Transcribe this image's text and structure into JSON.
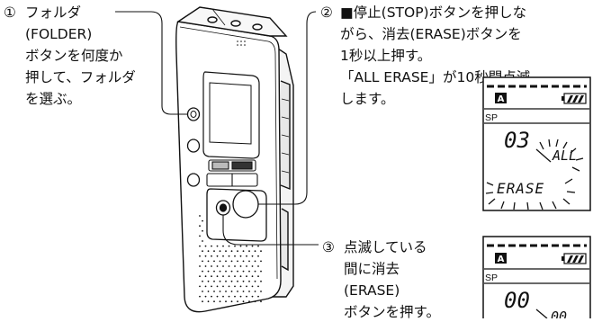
{
  "step1": {
    "number": "①",
    "lines": [
      "フォルダ",
      "(FOLDER)",
      "ボタンを何度か",
      "押して、フォルダ",
      "を選ぶ。"
    ]
  },
  "step2": {
    "number": "②",
    "lines": [
      "■停止(STOP)ボタンを押しな",
      "がら、消去(ERASE)ボタンを",
      "1秒以上押す。",
      "「ALL ERASE」が10秒間点滅",
      "します。"
    ]
  },
  "step3": {
    "number": "③",
    "lines": [
      "点滅している",
      "間に消去",
      "(ERASE)",
      "ボタンを押す。"
    ]
  },
  "display1": {
    "folder_letter": "A",
    "mode": "SP",
    "number": "03",
    "word_top": "ALL",
    "word_bottom": "ERASE"
  },
  "display2": {
    "folder_letter": "A",
    "mode": "SP",
    "number": "00",
    "sub_number": "00"
  }
}
